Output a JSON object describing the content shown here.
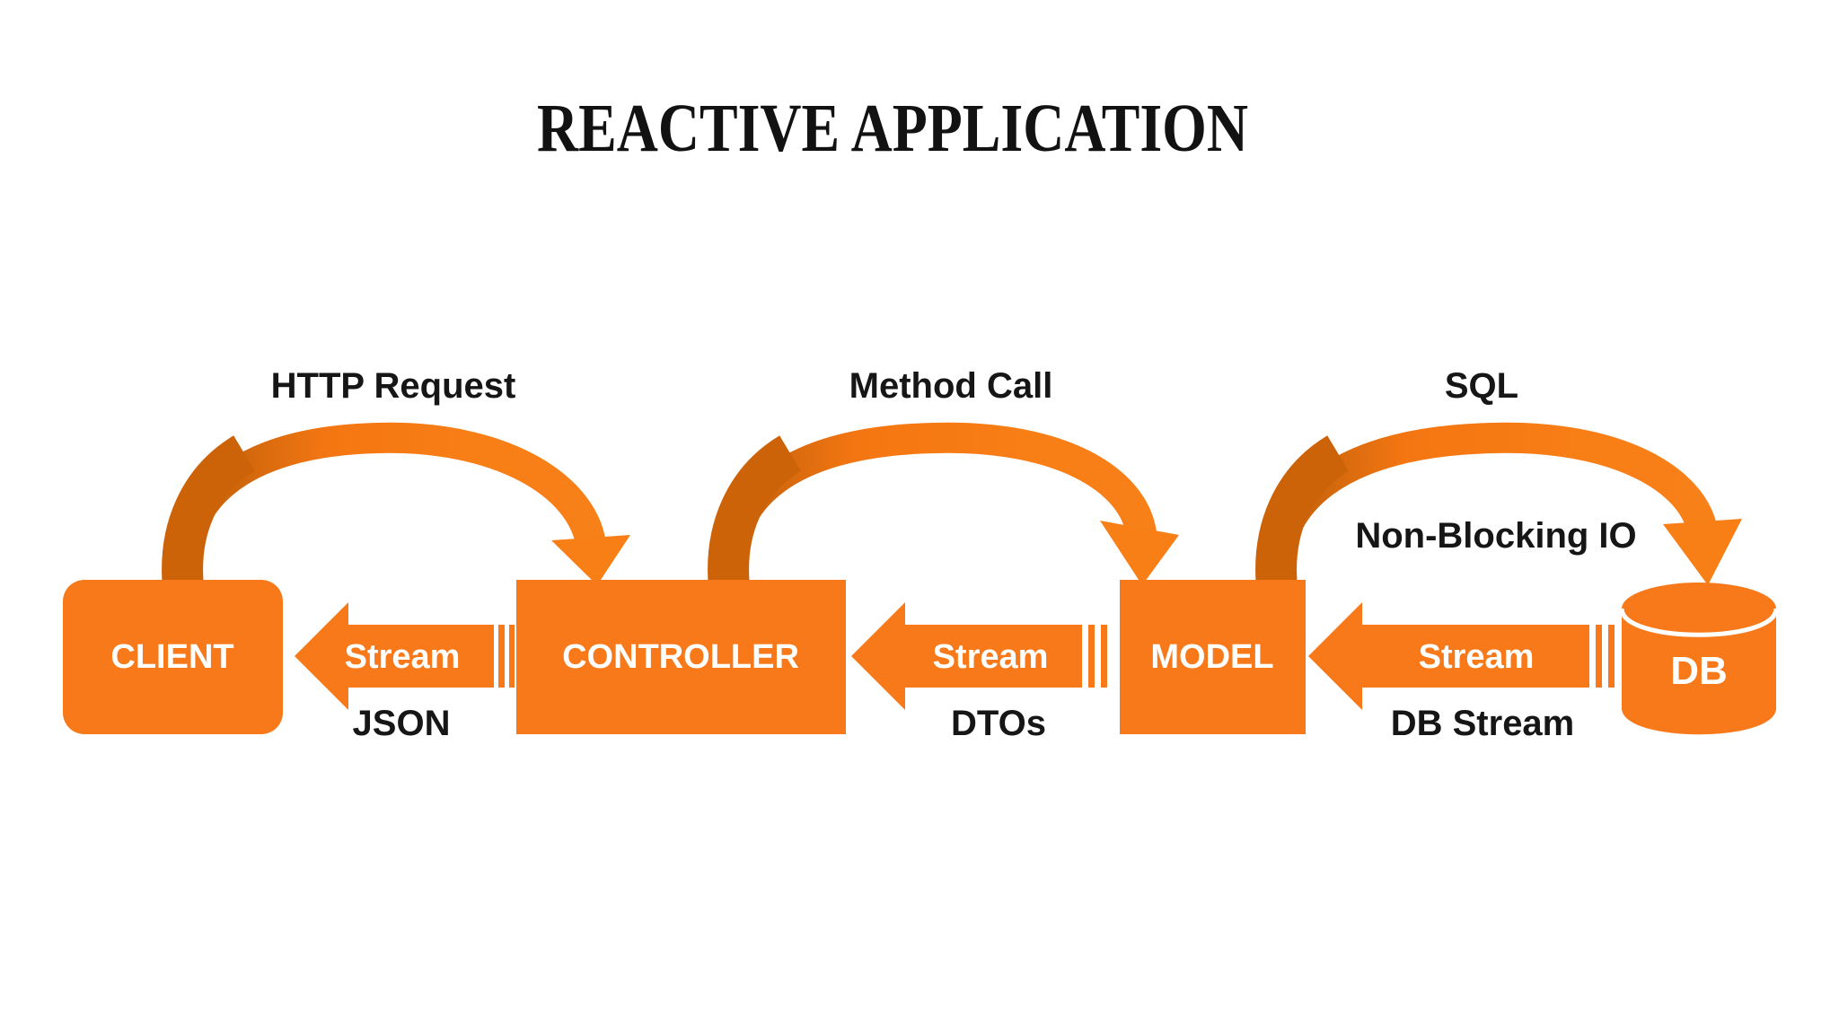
{
  "title": "REACTIVE APPLICATION",
  "palette": {
    "orange": "#F8791A",
    "orange_dark": "#CC6309",
    "label_black": "#161616",
    "node_text": "#FFFFFF",
    "background": "#FFFFFF"
  },
  "nodes": {
    "client": {
      "label": "CLIENT"
    },
    "controller": {
      "label": "CONTROLLER"
    },
    "model": {
      "label": "MODEL"
    },
    "db": {
      "label": "DB"
    }
  },
  "request_flows": {
    "client_to_controller": {
      "label": "HTTP Request"
    },
    "controller_to_model": {
      "label": "Method Call"
    },
    "model_to_db": {
      "label": "SQL"
    }
  },
  "stream_flows": {
    "controller_to_client": {
      "label": "Stream",
      "sublabel": "JSON"
    },
    "model_to_controller": {
      "label": "Stream",
      "sublabel": "DTOs"
    },
    "db_to_model": {
      "label": "Stream",
      "sublabel": "DB Stream"
    }
  },
  "annotations": {
    "non_blocking_io": "Non-Blocking IO"
  }
}
